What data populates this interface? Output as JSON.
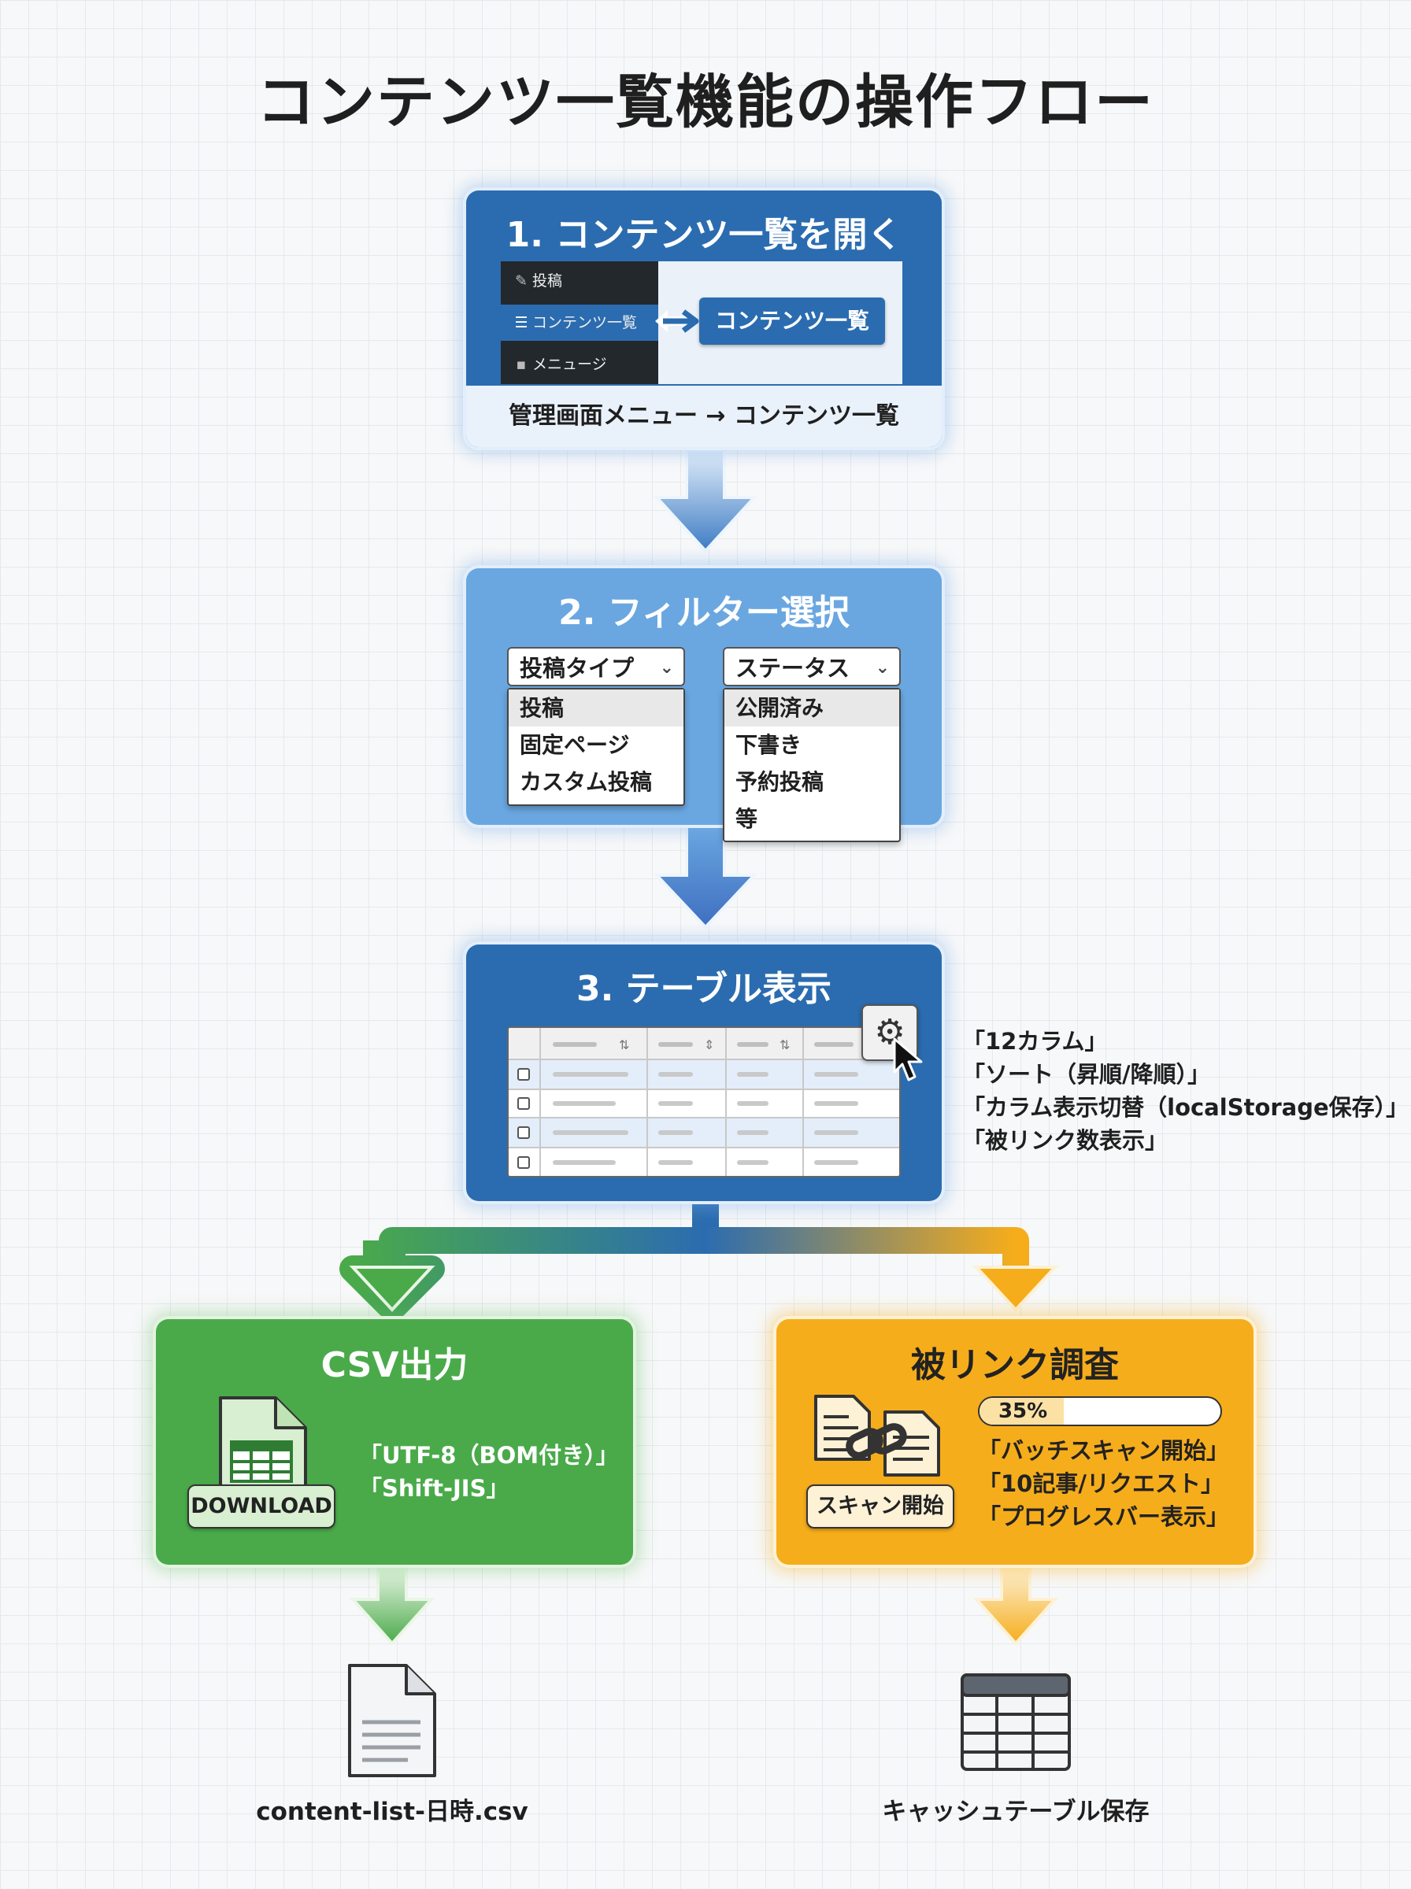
{
  "title": "コンテンツ一覧機能の操作フロー",
  "step1": {
    "title": "1. コンテンツ一覧を開く",
    "menu_items": [
      {
        "icon": "pin-icon",
        "label": "投稿"
      },
      {
        "icon": "list-icon",
        "label": "コンテンツ一覧"
      },
      {
        "icon": "comment-icon",
        "label": "メニュージ"
      }
    ],
    "button_label": "コンテンツ一覧",
    "footer": "管理画面メニュー → コンテンツ一覧"
  },
  "step2": {
    "title": "2. フィルター選択",
    "post_type": {
      "label": "投稿タイプ",
      "options": [
        "投稿",
        "固定ページ",
        "カスタム投稿"
      ]
    },
    "status": {
      "label": "ステータス",
      "options": [
        "公開済み",
        "下書き",
        "予約投稿",
        "等"
      ]
    }
  },
  "step3": {
    "title": "3. テーブル表示",
    "notes": [
      "「12カラム」",
      "「ソート（昇順/降順）」",
      "「カラム表示切替（localStorage保存）」",
      "「被リンク数表示」"
    ]
  },
  "csv": {
    "title": "CSV出力",
    "download_label": "DOWNLOAD",
    "notes": [
      "「UTF-8（BOM付き）」",
      "「Shift-JIS」"
    ],
    "output_label": "content-list-日時.csv"
  },
  "scan": {
    "title": "被リンク調査",
    "progress_percent": 35,
    "progress_label": "35%",
    "button_label": "スキャン開始",
    "notes": [
      "「バッチスキャン開始」",
      "「10記事/リクエスト」",
      "「プログレスバー表示」"
    ],
    "output_label": "キャッシュテーブル保存"
  },
  "colors": {
    "step_dark_blue": "#2b6cb0",
    "step_light_blue": "#6aa7e1",
    "csv_green": "#4aaa4a",
    "scan_orange": "#f6ad1b"
  }
}
